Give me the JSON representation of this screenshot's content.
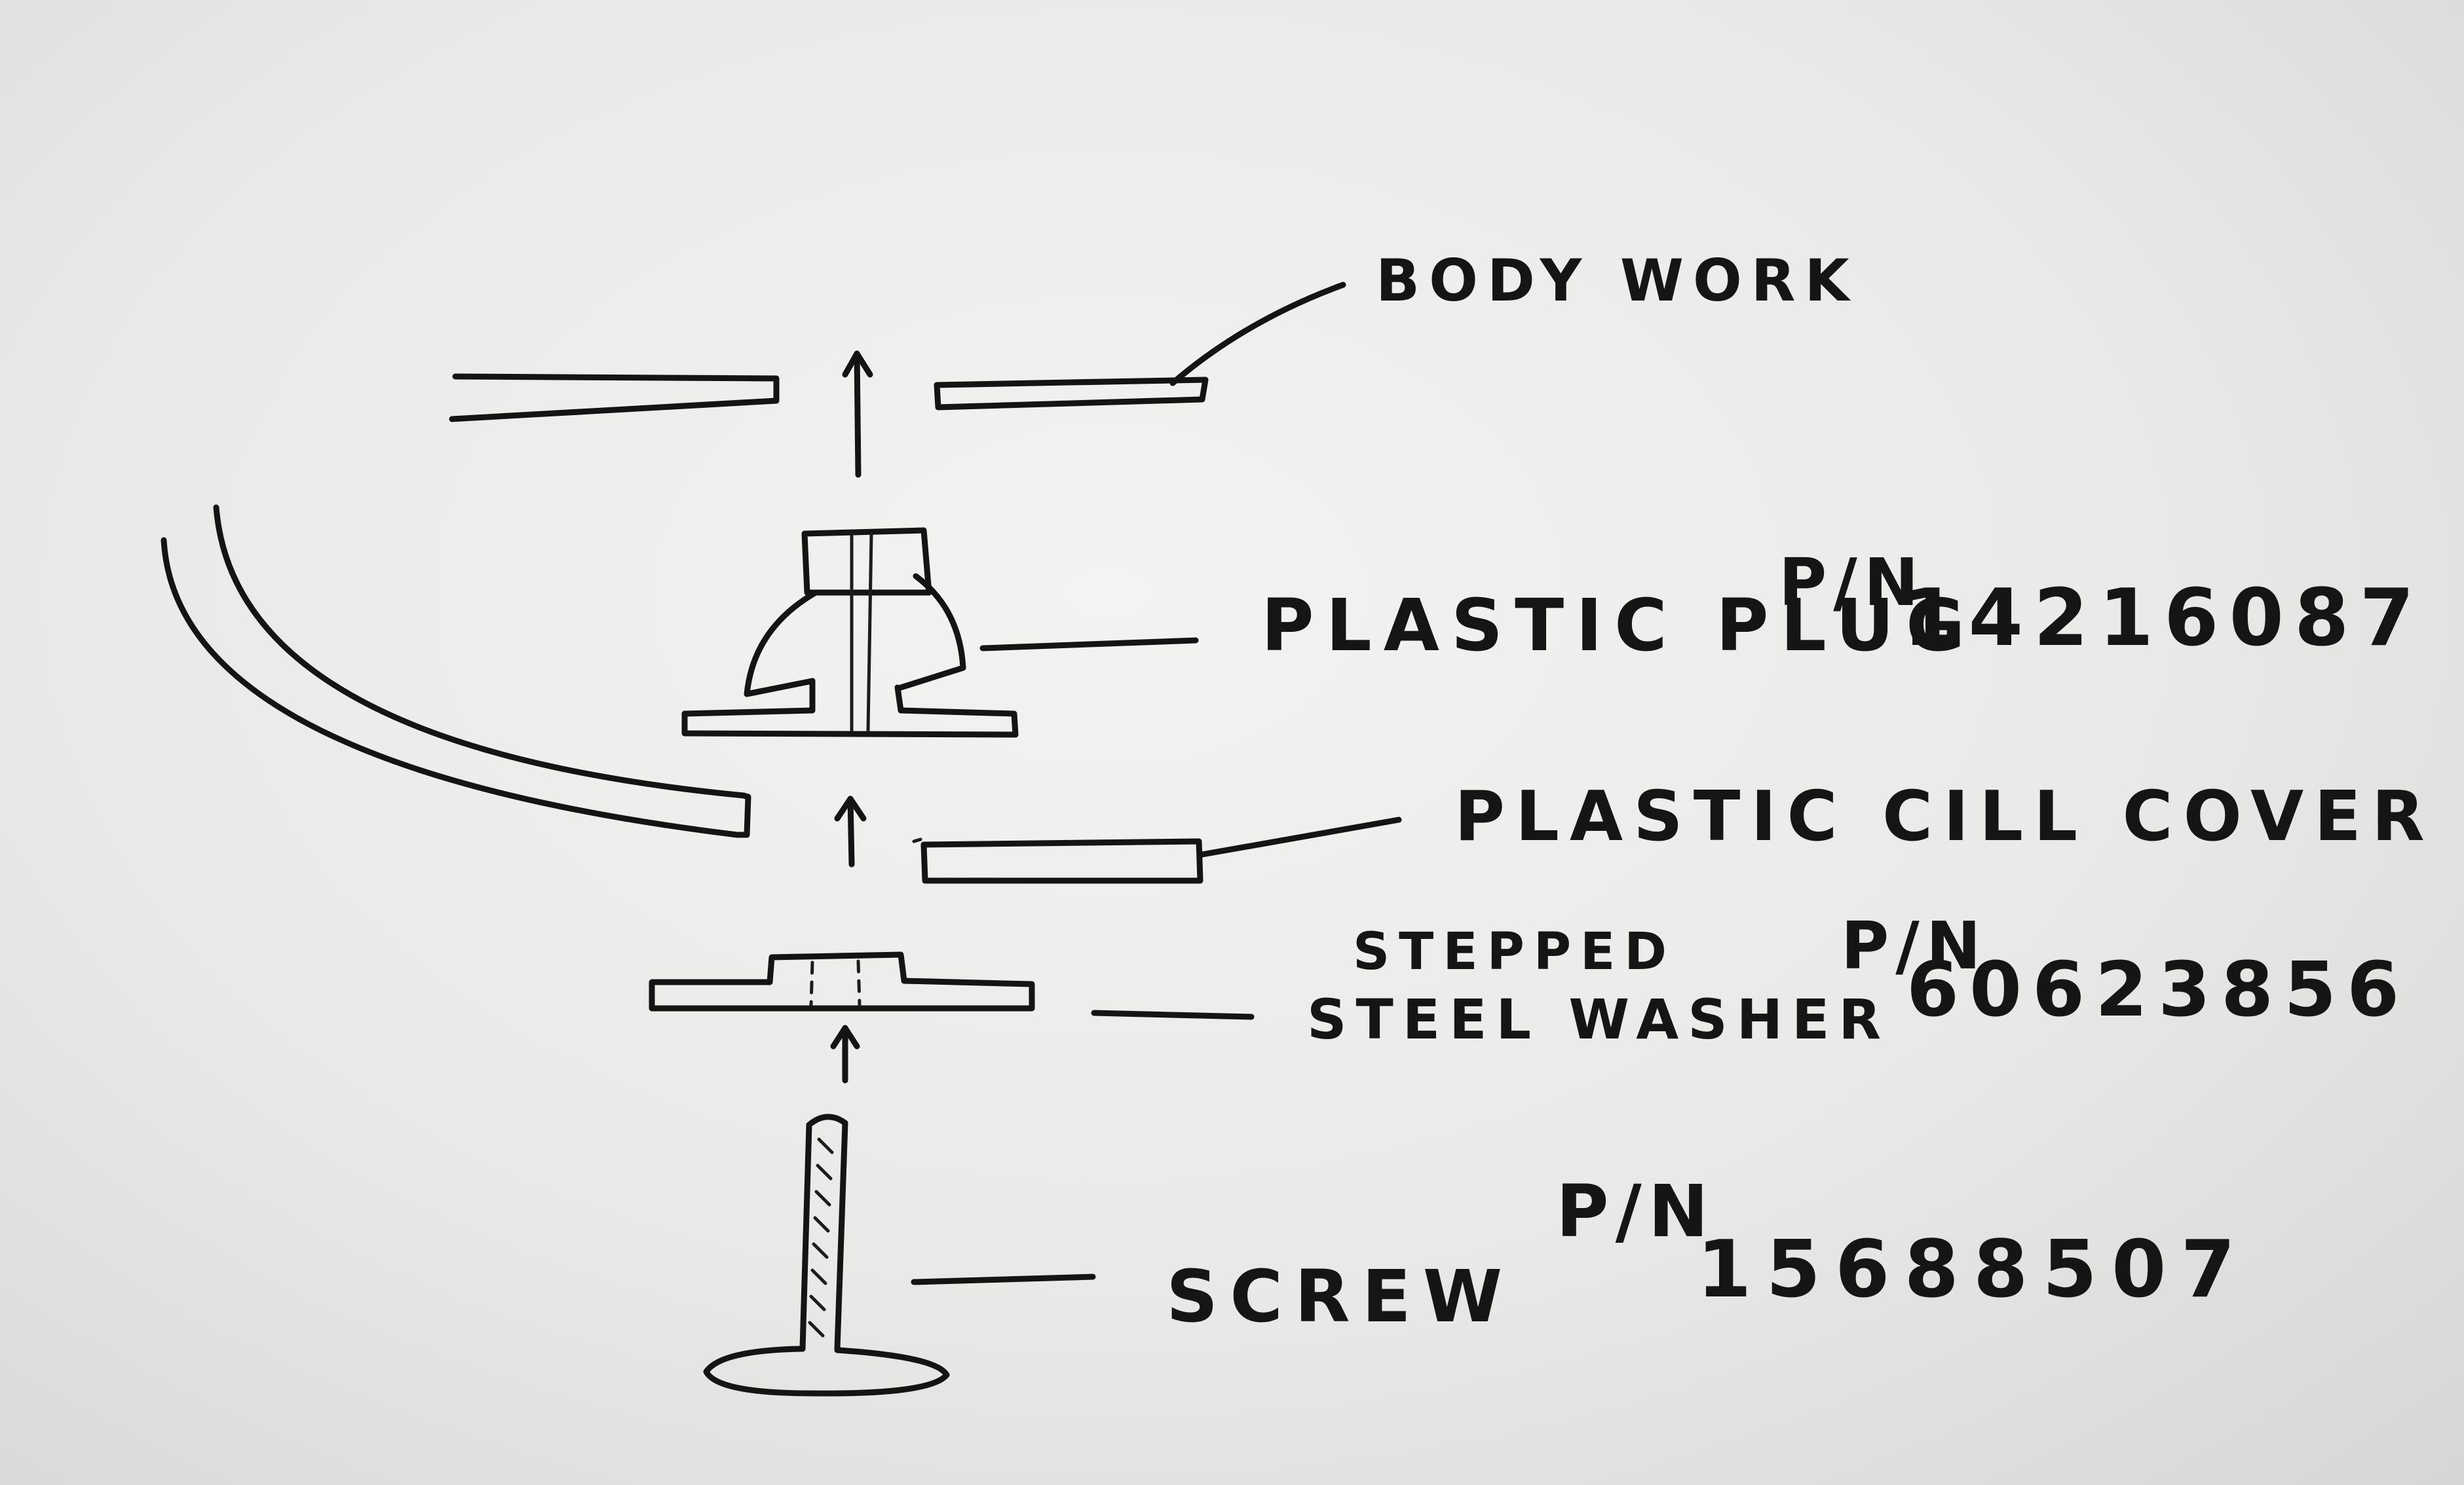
{
  "labels": {
    "body_work": "BODY WORK",
    "plastic_plug": "PLASTIC PLUG",
    "plastic_plug_pn_prefix": "P/N",
    "plastic_plug_pn": "14216087",
    "plastic_cill_cover": "PLASTIC CILL COVER",
    "stepped": "STEPPED",
    "steel_washer": "STEEL WASHER",
    "washer_pn_prefix": "P/N",
    "washer_pn": "60623856",
    "screw": "SCREW",
    "screw_pn_prefix": "P/N",
    "screw_pn": "15688507"
  }
}
